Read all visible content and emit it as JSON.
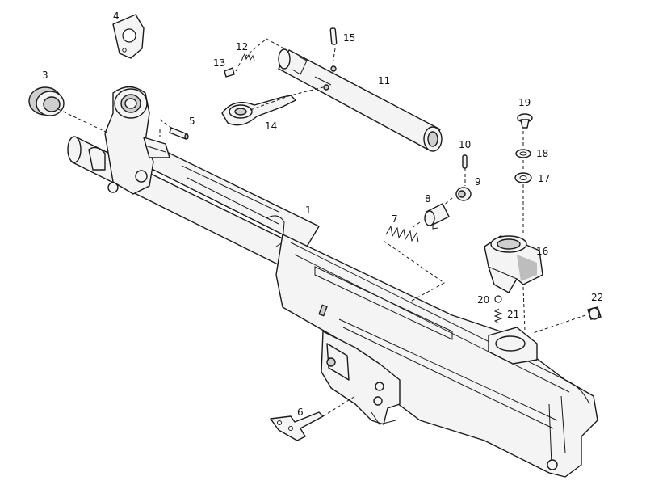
{
  "diagram": {
    "type": "exploded-parts-view",
    "callouts": [
      {
        "id": "1",
        "label": "1"
      },
      {
        "id": "3",
        "label": "3"
      },
      {
        "id": "4",
        "label": "4"
      },
      {
        "id": "5",
        "label": "5"
      },
      {
        "id": "6",
        "label": "6"
      },
      {
        "id": "7",
        "label": "7"
      },
      {
        "id": "8",
        "label": "8"
      },
      {
        "id": "9",
        "label": "9"
      },
      {
        "id": "10",
        "label": "10"
      },
      {
        "id": "11",
        "label": "11"
      },
      {
        "id": "12",
        "label": "12"
      },
      {
        "id": "13",
        "label": "13"
      },
      {
        "id": "14",
        "label": "14"
      },
      {
        "id": "15",
        "label": "15"
      },
      {
        "id": "16",
        "label": "16"
      },
      {
        "id": "17",
        "label": "17"
      },
      {
        "id": "18",
        "label": "18"
      },
      {
        "id": "19",
        "label": "19"
      },
      {
        "id": "20",
        "label": "20"
      },
      {
        "id": "21",
        "label": "21"
      },
      {
        "id": "22",
        "label": "22"
      }
    ],
    "colors": {
      "line": "#1a1a1a",
      "fill": "#f4f4f4",
      "shade": "#bdbdbd",
      "background": "#ffffff"
    }
  }
}
